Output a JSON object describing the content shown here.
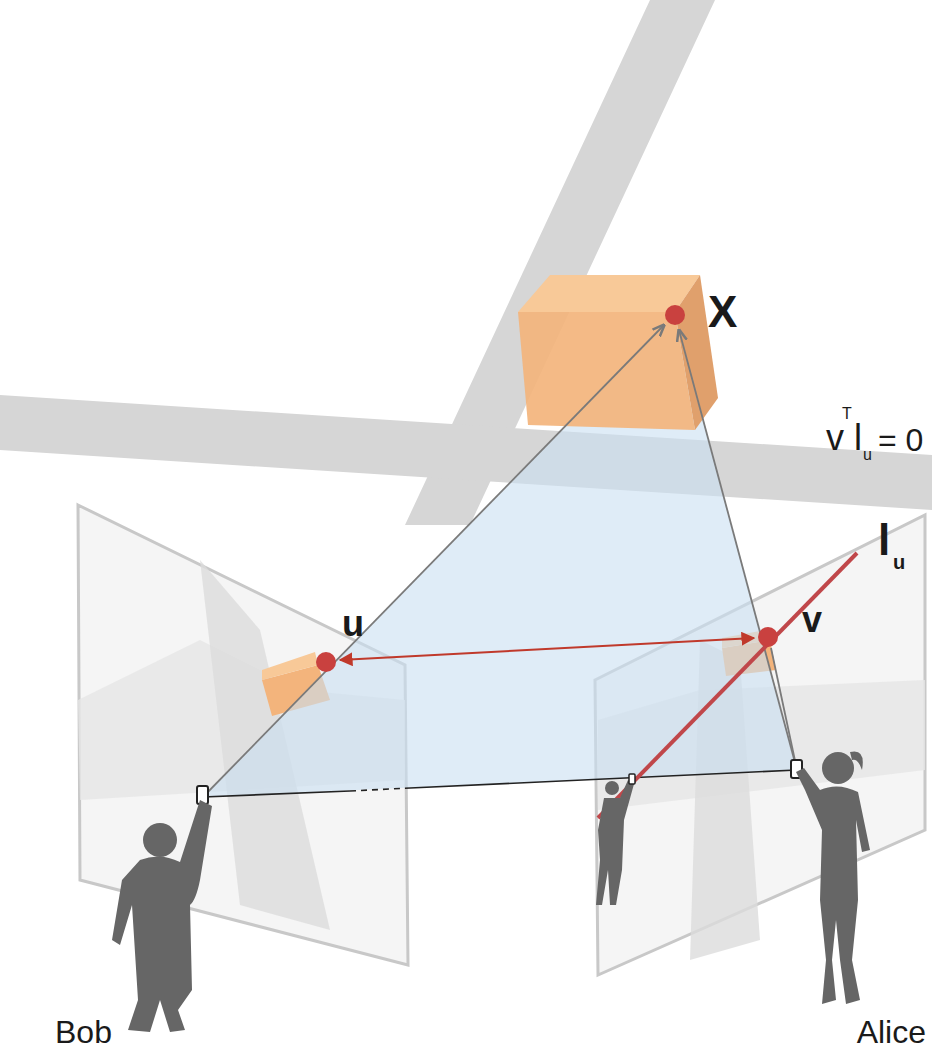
{
  "diagram": {
    "labels": [
      "X",
      "v",
      "T",
      "l",
      "u",
      "= 0",
      "l",
      "u",
      "u",
      "v",
      "Bob",
      "Alice"
    ]
  }
}
